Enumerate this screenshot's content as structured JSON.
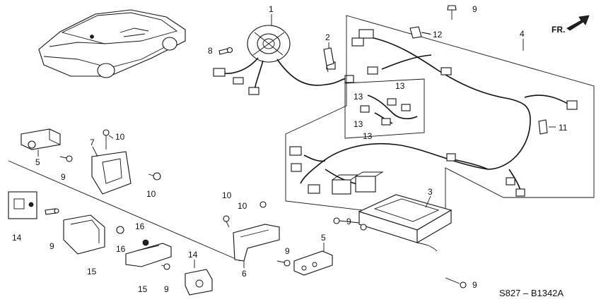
{
  "diagram_code": "S827 – B1342A",
  "direction_label": "FR.",
  "callouts": {
    "c1": "1",
    "c2": "2",
    "c3": "3",
    "c4": "4",
    "c5a": "5",
    "c5b": "5",
    "c6": "6",
    "c7": "7",
    "c8": "8",
    "c9a": "9",
    "c9b": "9",
    "c9c": "9",
    "c9d": "9",
    "c9e": "9",
    "c9f": "9",
    "c9g": "9",
    "c10a": "10",
    "c10b": "10",
    "c10c": "10",
    "c10d": "10",
    "c11": "11",
    "c12": "12",
    "c13a": "13",
    "c13b": "13",
    "c13c": "13",
    "c13d": "13",
    "c14a": "14",
    "c14b": "14",
    "c15a": "15",
    "c15b": "15",
    "c16a": "16",
    "c16b": "16"
  }
}
